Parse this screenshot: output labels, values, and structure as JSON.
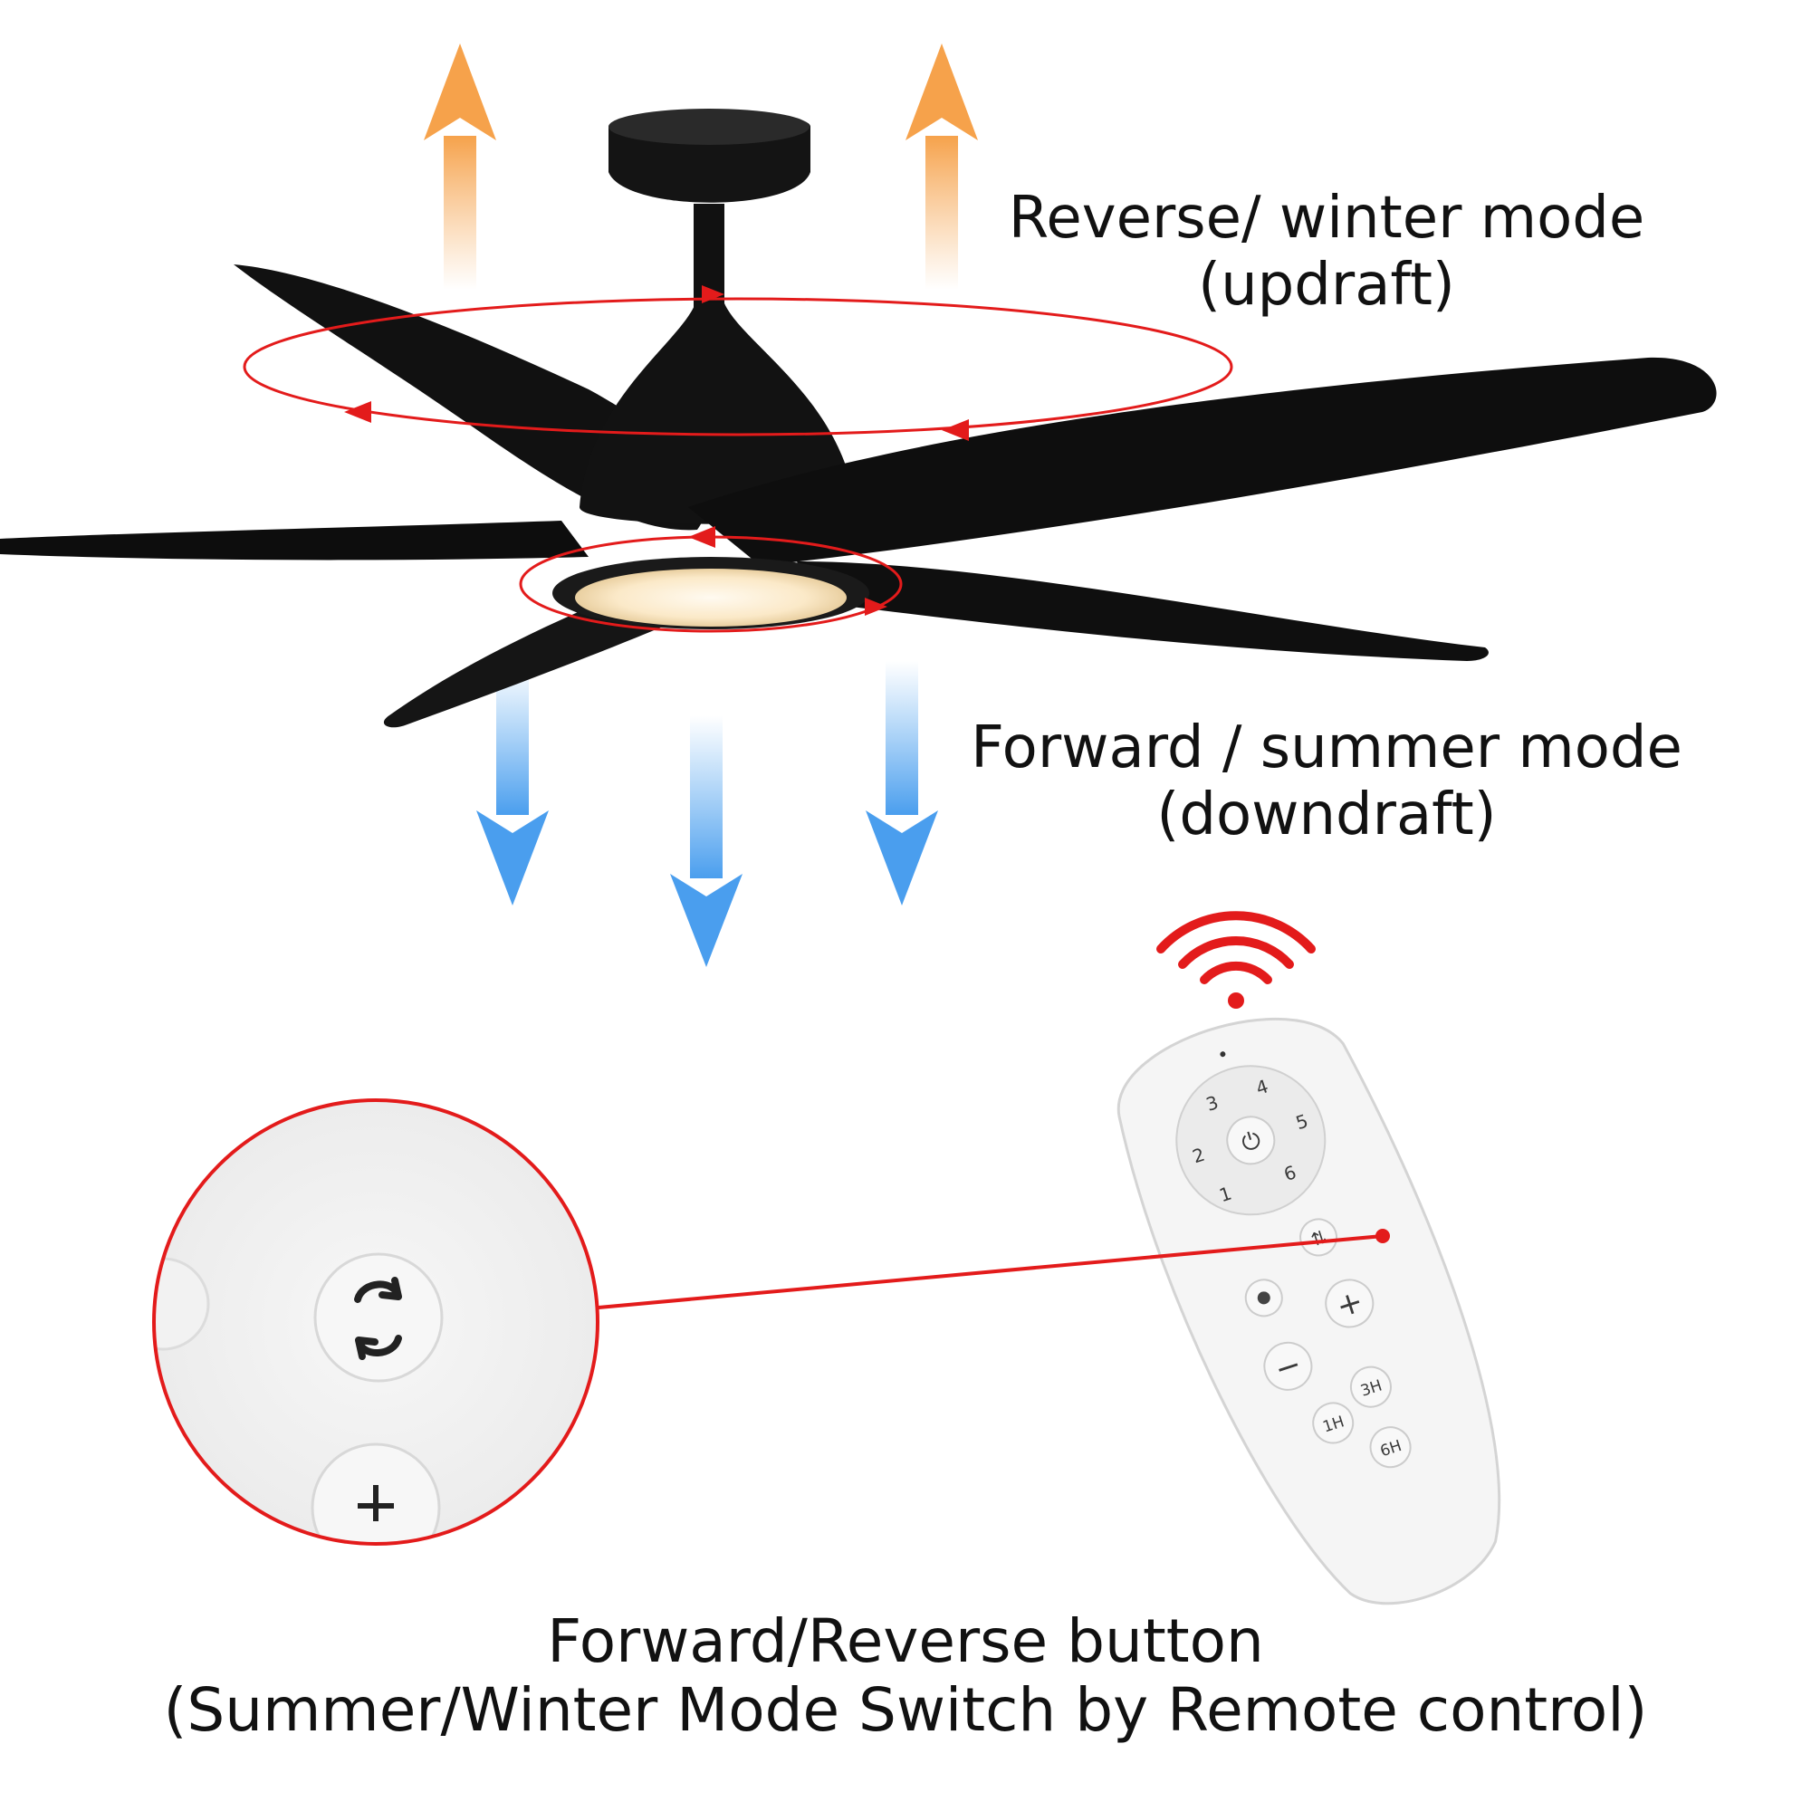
{
  "labels": {
    "reverse_mode_line1": "Reverse/ winter mode",
    "reverse_mode_line2": "(updraft)",
    "forward_mode_line1": "Forward / summer mode",
    "forward_mode_line2": "(downdraft)",
    "button_title_line1": "Forward/Reverse button",
    "button_title_line2": "(Summer/Winter Mode Switch by Remote control)"
  },
  "remote": {
    "speed_buttons": [
      "1",
      "2",
      "3",
      "4",
      "5",
      "6"
    ],
    "timer_buttons": [
      "1H",
      "3H",
      "6H"
    ],
    "plus": "+",
    "minus": "−",
    "power_symbol": "⏻"
  },
  "colors": {
    "fan_body": "#111111",
    "rotation_ring": "#e31b1b",
    "updraft_arrow": "#f6b26b",
    "downdraft_arrow": "#5aa9f0",
    "led_light": "#fff3dc",
    "remote_body": "#f5f5f5"
  }
}
